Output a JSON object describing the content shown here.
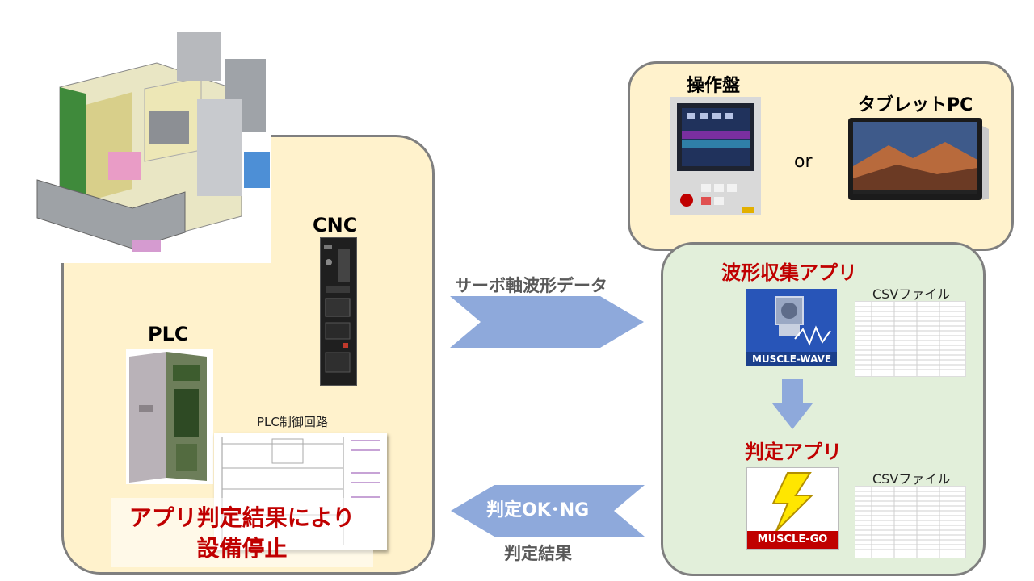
{
  "equipment": {
    "title": "設備"
  },
  "cnc": {
    "title": "CNC"
  },
  "plc": {
    "title": "PLC",
    "circuit_label": "PLC制御回路"
  },
  "stop_message": {
    "line1": "アプリ判定結果により",
    "line2": "設備停止"
  },
  "hmi": {
    "panel_title": "操作盤",
    "or_text": "or",
    "tablet_title": "タブレットPC"
  },
  "waveform_app": {
    "title": "波形収集アプリ",
    "icon_caption": "MUSCLE-WAVE",
    "file_label": "CSVファイル"
  },
  "judge_app": {
    "title": "判定アプリ",
    "icon_caption": "MUSCLE-GO",
    "file_label": "CSVファイル"
  },
  "flow": {
    "to_app_label": "サーボ軸波形データ",
    "to_plc_label": "判定OK･NG",
    "to_plc_caption": "判定結果"
  },
  "colors": {
    "cream": "#fff2cc",
    "pale_green": "#e2efda",
    "arrow_blue": "#8ea9db",
    "red_text": "#c00000",
    "border_gray": "#7f7f7f"
  }
}
